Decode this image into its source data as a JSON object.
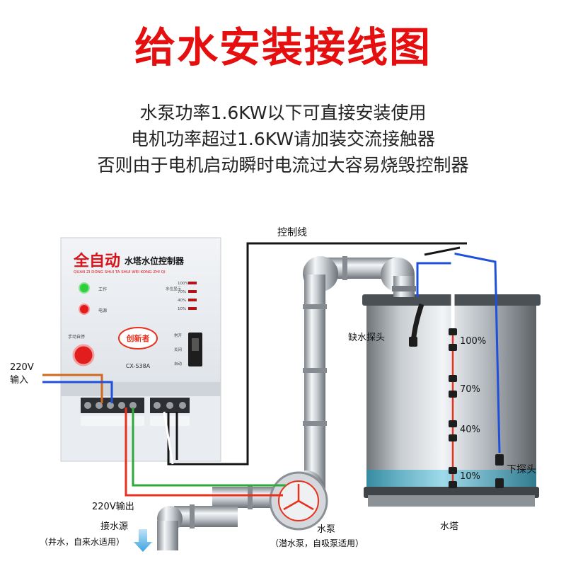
{
  "title": "给水安装接线图",
  "notes": [
    "水泵功率1.6KW以下可直接安装使用",
    "电机功率超过1.6KW请加装交流接触器",
    "否则由于电机启动瞬时电流过大容易烧毁控制器"
  ],
  "controller": {
    "brand_main": "全自动",
    "brand_sub": "水塔水位控制器",
    "pinyin": "QUAN ZI DONG SHUI TA SHUI WEI KONG ZHI QI",
    "logo": "创新者",
    "model": "CX-S38A",
    "led_work": "工作",
    "led_power": "电源",
    "manual_button": "手动自停",
    "level_caption": "水位显示",
    "levels": [
      "100%",
      "70%",
      "40%",
      "10%"
    ],
    "switch_labels": [
      "常开",
      "关闭",
      "自动"
    ]
  },
  "labels": {
    "control_line": "控制线",
    "input": "220V\n输入",
    "output": "220V输出",
    "water_source": "接水源",
    "water_source_note": "（井水，自来水适用）",
    "pump": "水泵",
    "pump_note": "（潜水泵，自吸泵适用）",
    "tower": "水塔",
    "low_probe": "缺水探头",
    "bottom_probe": "下探头"
  },
  "tower_levels": [
    "100%",
    "70%",
    "40%",
    "10%"
  ],
  "colors": {
    "title": "#e60f0f",
    "wire_brown": "#d2691e",
    "wire_blue": "#1e50dc",
    "wire_red": "#e8301c",
    "wire_green": "#2eaa3a",
    "wire_black": "#151515"
  }
}
